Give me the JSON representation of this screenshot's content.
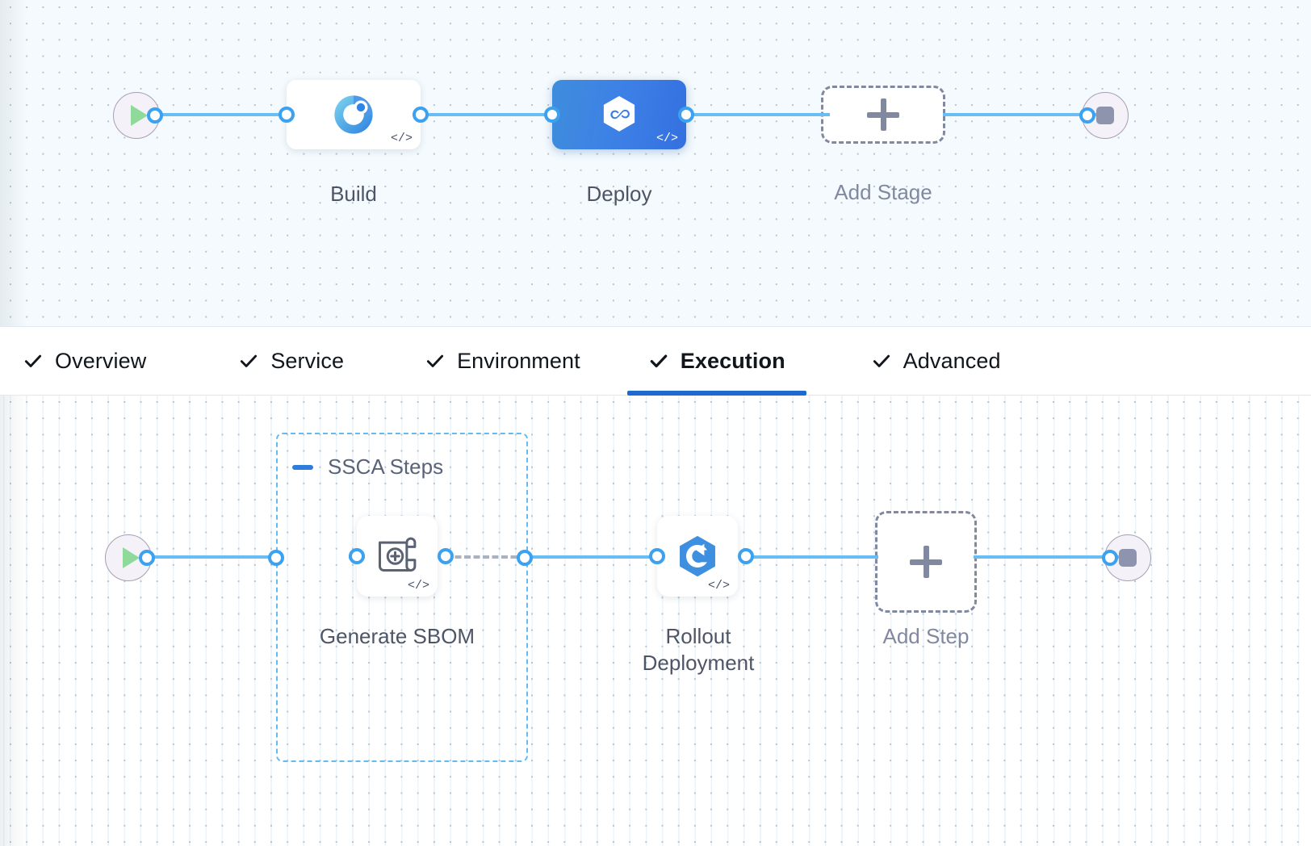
{
  "stage_canvas": {
    "name": "pipeline-stage-canvas",
    "start_node": {
      "icon": "play-icon"
    },
    "end_node": {
      "icon": "stop-icon"
    },
    "stages": [
      {
        "id": "build",
        "label": "Build",
        "icon": "build-target-icon",
        "code_badge": "</>",
        "selected": false
      },
      {
        "id": "deploy",
        "label": "Deploy",
        "icon": "harness-infinity-hexagon-icon",
        "code_badge": "</>",
        "selected": true
      }
    ],
    "add_stage": {
      "label": "Add Stage",
      "icon": "plus-icon"
    }
  },
  "tabs": {
    "items": [
      {
        "id": "overview",
        "label": "Overview",
        "check": "check-icon",
        "active": false
      },
      {
        "id": "service",
        "label": "Service",
        "check": "check-icon",
        "active": false
      },
      {
        "id": "environment",
        "label": "Environment",
        "check": "check-icon",
        "active": false
      },
      {
        "id": "execution",
        "label": "Execution",
        "check": "check-icon",
        "active": true
      },
      {
        "id": "advanced",
        "label": "Advanced",
        "check": "check-icon",
        "active": false
      }
    ],
    "active_underline_color": "#1f6ad1"
  },
  "step_canvas": {
    "name": "pipeline-step-canvas",
    "start_node": {
      "icon": "play-icon"
    },
    "end_node": {
      "icon": "stop-icon"
    },
    "group": {
      "title": "SSCA Steps",
      "collapse_icon": "minus-icon",
      "border_color": "#62bcf2"
    },
    "steps": [
      {
        "id": "generate-sbom",
        "label": "Generate SBOM",
        "icon": "sbom-scroll-plus-icon",
        "code_badge": "</>"
      },
      {
        "id": "rollout-deployment",
        "label": "Rollout\nDeployment",
        "icon": "rollout-hexagon-icon",
        "code_badge": "</>"
      }
    ],
    "add_step": {
      "label": "Add Step",
      "icon": "plus-icon"
    }
  },
  "colors": {
    "wire": "#68bdf4",
    "port_ring": "#3ca1ef",
    "deploy_gradient_from": "#3f8ddd",
    "deploy_gradient_to": "#3470df",
    "dashed_placeholder": "#8089a0",
    "group_dash": "#62bcf2",
    "play_green": "#8fd99a",
    "stop_gray": "#8e94ad"
  }
}
